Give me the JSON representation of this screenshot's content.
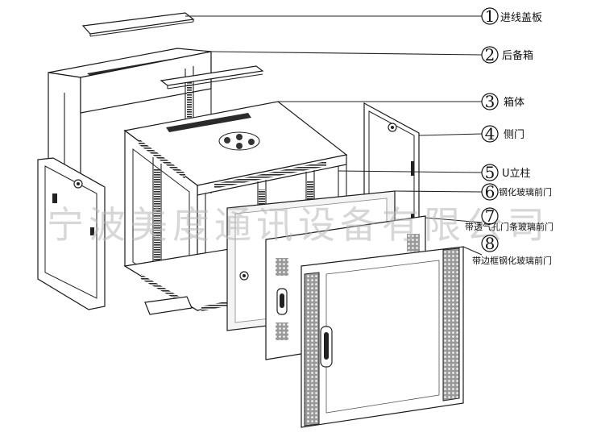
{
  "parts": [
    {
      "number": "1",
      "label": "进线盖板"
    },
    {
      "number": "2",
      "label": "后备箱"
    },
    {
      "number": "3",
      "label": "箱体"
    },
    {
      "number": "4",
      "label": "侧门"
    },
    {
      "number": "5",
      "label": "U立柱"
    },
    {
      "number": "6",
      "label": "钢化玻璃前门"
    },
    {
      "number": "7",
      "label": "带透气孔门条玻璃前门"
    },
    {
      "number": "8",
      "label": "带边框钢化玻璃前门"
    }
  ],
  "watermark": "宁波美度通讯设备有限公司"
}
